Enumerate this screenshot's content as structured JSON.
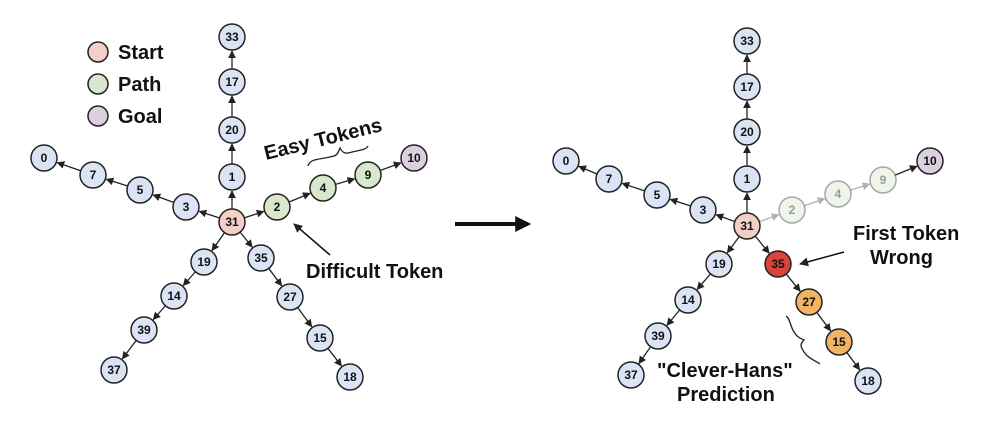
{
  "colors": {
    "default": "#dbe4f5",
    "start": "#f2cfc7",
    "path": "#d8e8cc",
    "goal": "#dccfe0",
    "wrong": "#d9443a",
    "clever": "#f0b464",
    "stroke": "#222222"
  },
  "legend": {
    "start": "Start",
    "path": "Path",
    "goal": "Goal"
  },
  "left": {
    "easy_tokens_label": "Easy Tokens",
    "difficult_token_label": "Difficult Token"
  },
  "right": {
    "first_token_wrong_line1": "First Token",
    "first_token_wrong_line2": "Wrong",
    "clever_hans_line1": "\"Clever-Hans\"",
    "clever_hans_line2": "Prediction"
  },
  "graph": {
    "center": "31",
    "arms": [
      {
        "id": "up",
        "nodes": [
          "1",
          "20",
          "17",
          "33"
        ]
      },
      {
        "id": "left",
        "nodes": [
          "3",
          "5",
          "7",
          "0"
        ]
      },
      {
        "id": "path",
        "nodes": [
          "2",
          "4",
          "9",
          "10"
        ]
      },
      {
        "id": "downleft",
        "nodes": [
          "19",
          "14",
          "39",
          "37"
        ]
      },
      {
        "id": "downright",
        "nodes": [
          "35",
          "27",
          "15",
          "18"
        ]
      }
    ]
  }
}
